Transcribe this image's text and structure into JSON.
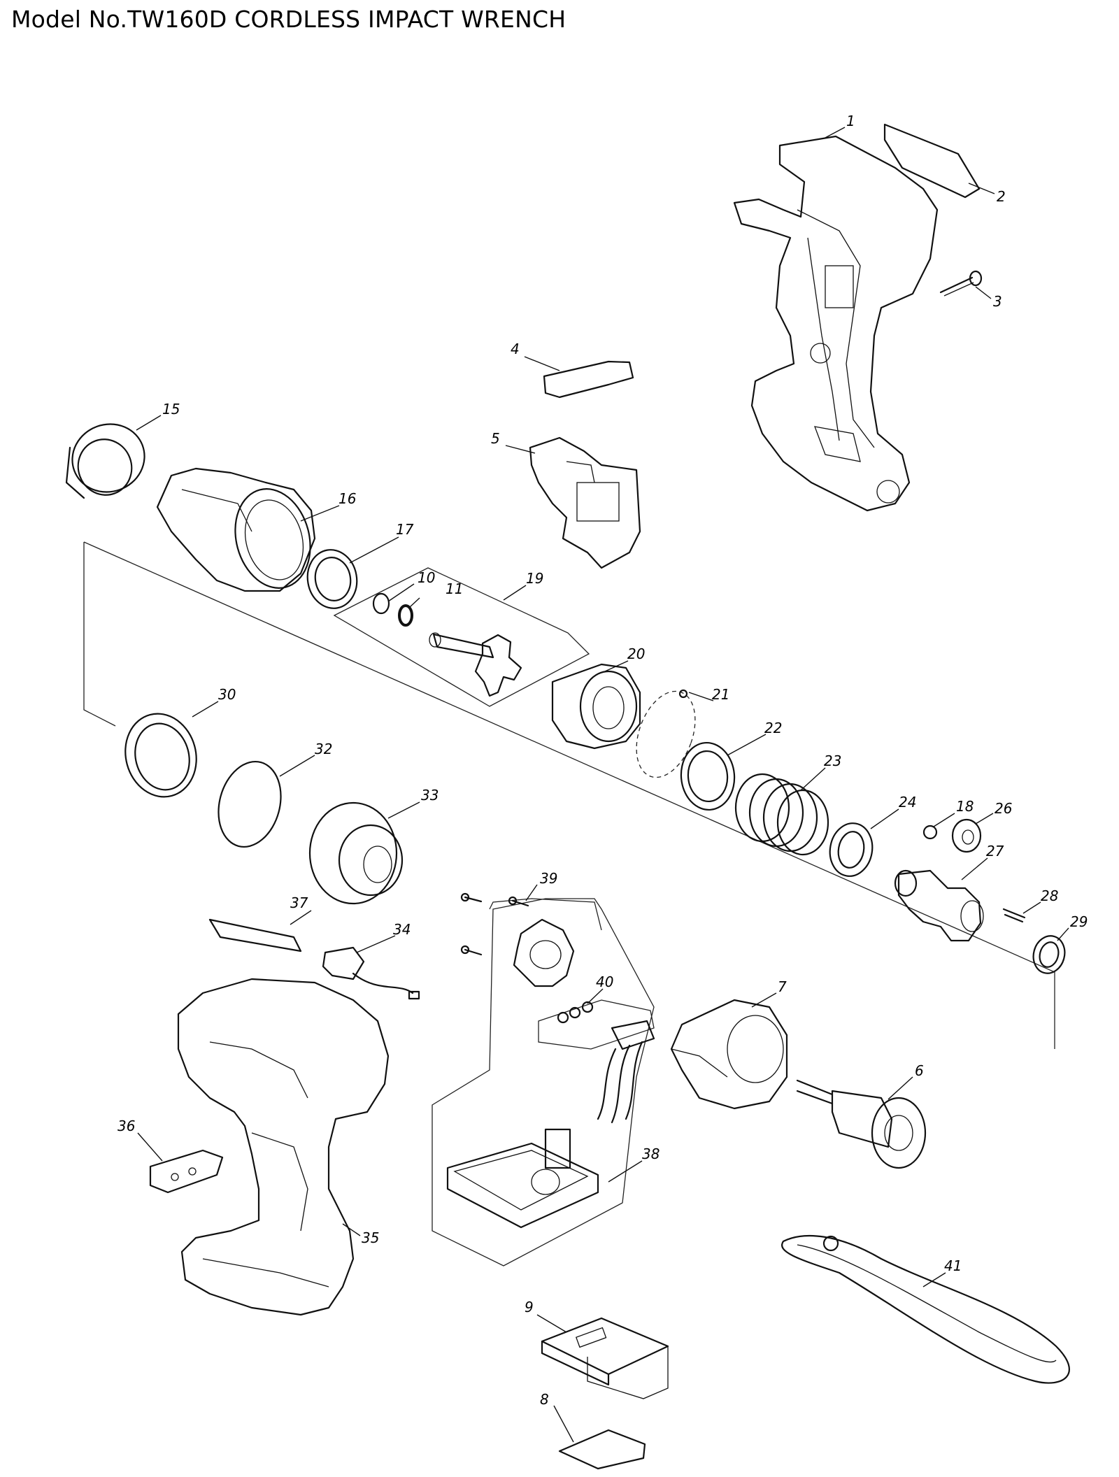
{
  "title": "Model No.TW160D CORDLESS IMPACT WRENCH",
  "parts": [
    {
      "num": "1"
    },
    {
      "num": "2"
    },
    {
      "num": "3"
    },
    {
      "num": "4"
    },
    {
      "num": "5"
    },
    {
      "num": "6"
    },
    {
      "num": "7"
    },
    {
      "num": "8"
    },
    {
      "num": "9"
    },
    {
      "num": "10"
    },
    {
      "num": "11"
    },
    {
      "num": "15"
    },
    {
      "num": "16"
    },
    {
      "num": "17"
    },
    {
      "num": "18"
    },
    {
      "num": "19"
    },
    {
      "num": "20"
    },
    {
      "num": "21"
    },
    {
      "num": "22"
    },
    {
      "num": "23"
    },
    {
      "num": "24"
    },
    {
      "num": "26"
    },
    {
      "num": "27"
    },
    {
      "num": "28"
    },
    {
      "num": "29"
    },
    {
      "num": "30"
    },
    {
      "num": "32"
    },
    {
      "num": "33"
    },
    {
      "num": "34"
    },
    {
      "num": "35"
    },
    {
      "num": "36"
    },
    {
      "num": "37"
    },
    {
      "num": "38"
    },
    {
      "num": "39"
    },
    {
      "num": "40"
    },
    {
      "num": "41"
    }
  ]
}
